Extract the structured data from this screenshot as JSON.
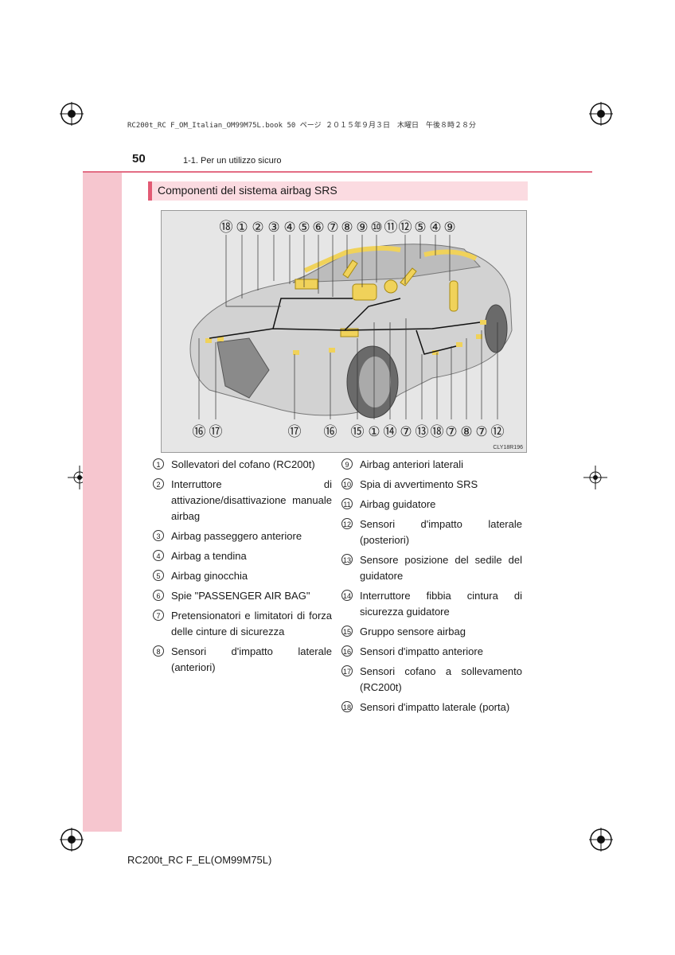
{
  "print_header": "RC200t_RC F_OM_Italian_OM99M75L.book  50 ページ  ２０１５年９月３日　木曜日　午後８時２８分",
  "page_number": "50",
  "breadcrumb": "1-1. Per un utilizzo sicuro",
  "section_title": "Componenti del sistema airbag SRS",
  "figure": {
    "code": "CLY18R196",
    "top_callouts": [
      "⑱",
      "①",
      "②",
      "③",
      "④",
      "⑤",
      "⑥",
      "⑦",
      "⑧",
      "⑨",
      "⑩",
      "⑪",
      "⑫",
      "⑤",
      "④",
      "⑨"
    ],
    "bottom_callouts": [
      "⑯",
      "⑰",
      "⑰",
      "⑯",
      "⑮",
      "①",
      "⑭",
      "⑦",
      "⑬",
      "⑱",
      "⑦",
      "⑧",
      "⑦",
      "⑫"
    ]
  },
  "legend_left": [
    {
      "num": "1",
      "text": "Sollevatori del cofano (RC200t)"
    },
    {
      "num": "2",
      "text": "Interruttore di attivazione/disattivazione manuale airbag"
    },
    {
      "num": "3",
      "text": "Airbag passeggero anteriore"
    },
    {
      "num": "4",
      "text": "Airbag a tendina"
    },
    {
      "num": "5",
      "text": "Airbag ginocchia"
    },
    {
      "num": "6",
      "text": "Spie \"PASSENGER AIR BAG\""
    },
    {
      "num": "7",
      "text": "Pretensionatori e limitatori di forza delle cinture di sicurezza"
    },
    {
      "num": "8",
      "text": "Sensori d'impatto laterale (anteriori)"
    }
  ],
  "legend_right": [
    {
      "num": "9",
      "text": "Airbag anteriori laterali"
    },
    {
      "num": "10",
      "text": "Spia di avvertimento SRS"
    },
    {
      "num": "11",
      "text": "Airbag guidatore"
    },
    {
      "num": "12",
      "text": "Sensori d'impatto laterale (posteriori)"
    },
    {
      "num": "13",
      "text": "Sensore posizione del sedile del guidatore"
    },
    {
      "num": "14",
      "text": "Interruttore fibbia cintura di sicurezza guidatore"
    },
    {
      "num": "15",
      "text": "Gruppo sensore airbag"
    },
    {
      "num": "16",
      "text": "Sensori d'impatto anteriore"
    },
    {
      "num": "17",
      "text": "Sensori cofano a sollevamento (RC200t)"
    },
    {
      "num": "18",
      "text": "Sensori d'impatto laterale (porta)"
    }
  ],
  "footer": "RC200t_RC F_EL(OM99M75L)",
  "colors": {
    "accent": "#e25a74",
    "band": "#f6c6cf",
    "airbag": "#f0d25a"
  }
}
